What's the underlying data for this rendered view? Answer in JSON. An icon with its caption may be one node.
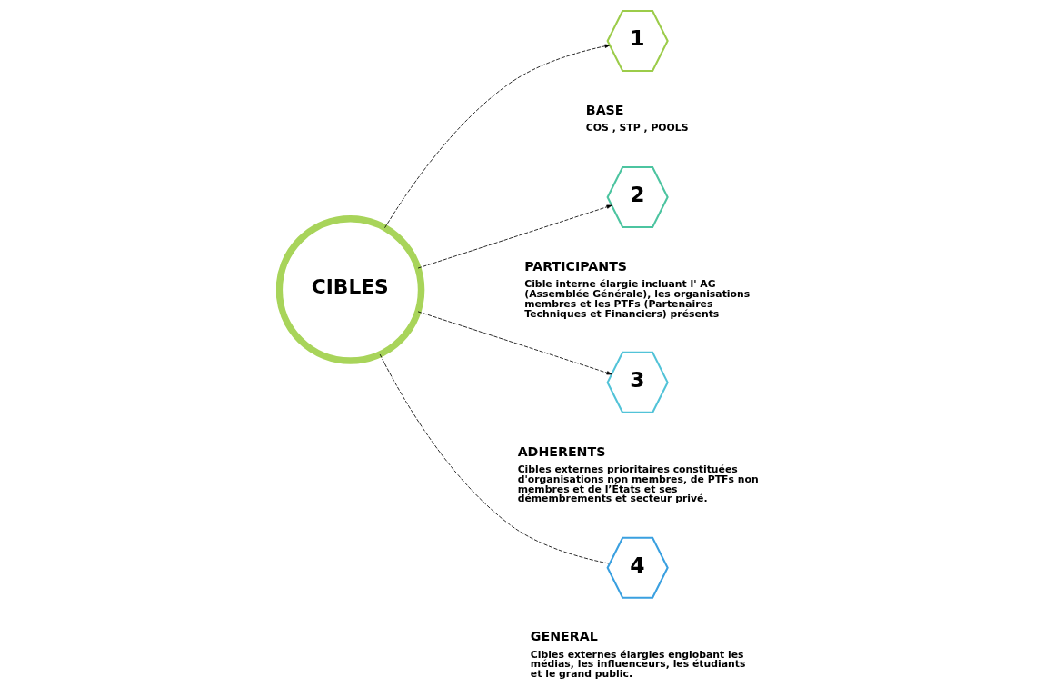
{
  "diagram": {
    "nodes": [
      {
        "text": [
          "CIBLES"
        ]
      },
      {
        "text": [
          "1"
        ],
        "beside": [
          "BASE",
          "COS , STP , POOLS"
        ]
      },
      {
        "text": [
          "2"
        ],
        "beside": [
          "PARTICIPANTS",
          "Cible interne élargie incluant l' AG (Assemblée Générale), les organisations membres et les PTFs (Partenaires Techniques et Financiers) présents"
        ]
      },
      {
        "text": [
          "3"
        ],
        "beside": [
          "ADHERENTS",
          "Cibles externes prioritaires constituées d'organisations non membres, de PTFs non membres et de l’États et ses démembrements et secteur privé."
        ]
      },
      {
        "text": [
          "4"
        ],
        "beside": [
          "GENERAL",
          "Cibles externes élargies englobant les médias, les influenceurs, les étudiants et le grand public."
        ]
      }
    ],
    "edges": [
      {
        "from": 0,
        "to": 1,
        "arrow": "to",
        "style": "dashed"
      },
      {
        "from": 0,
        "to": 2,
        "arrow": "to",
        "style": "dashed"
      },
      {
        "from": 0,
        "to": 3,
        "arrow": "to",
        "style": "dashed"
      },
      {
        "from": 0,
        "to": 4,
        "arrow": "none",
        "style": "dashed"
      }
    ]
  }
}
